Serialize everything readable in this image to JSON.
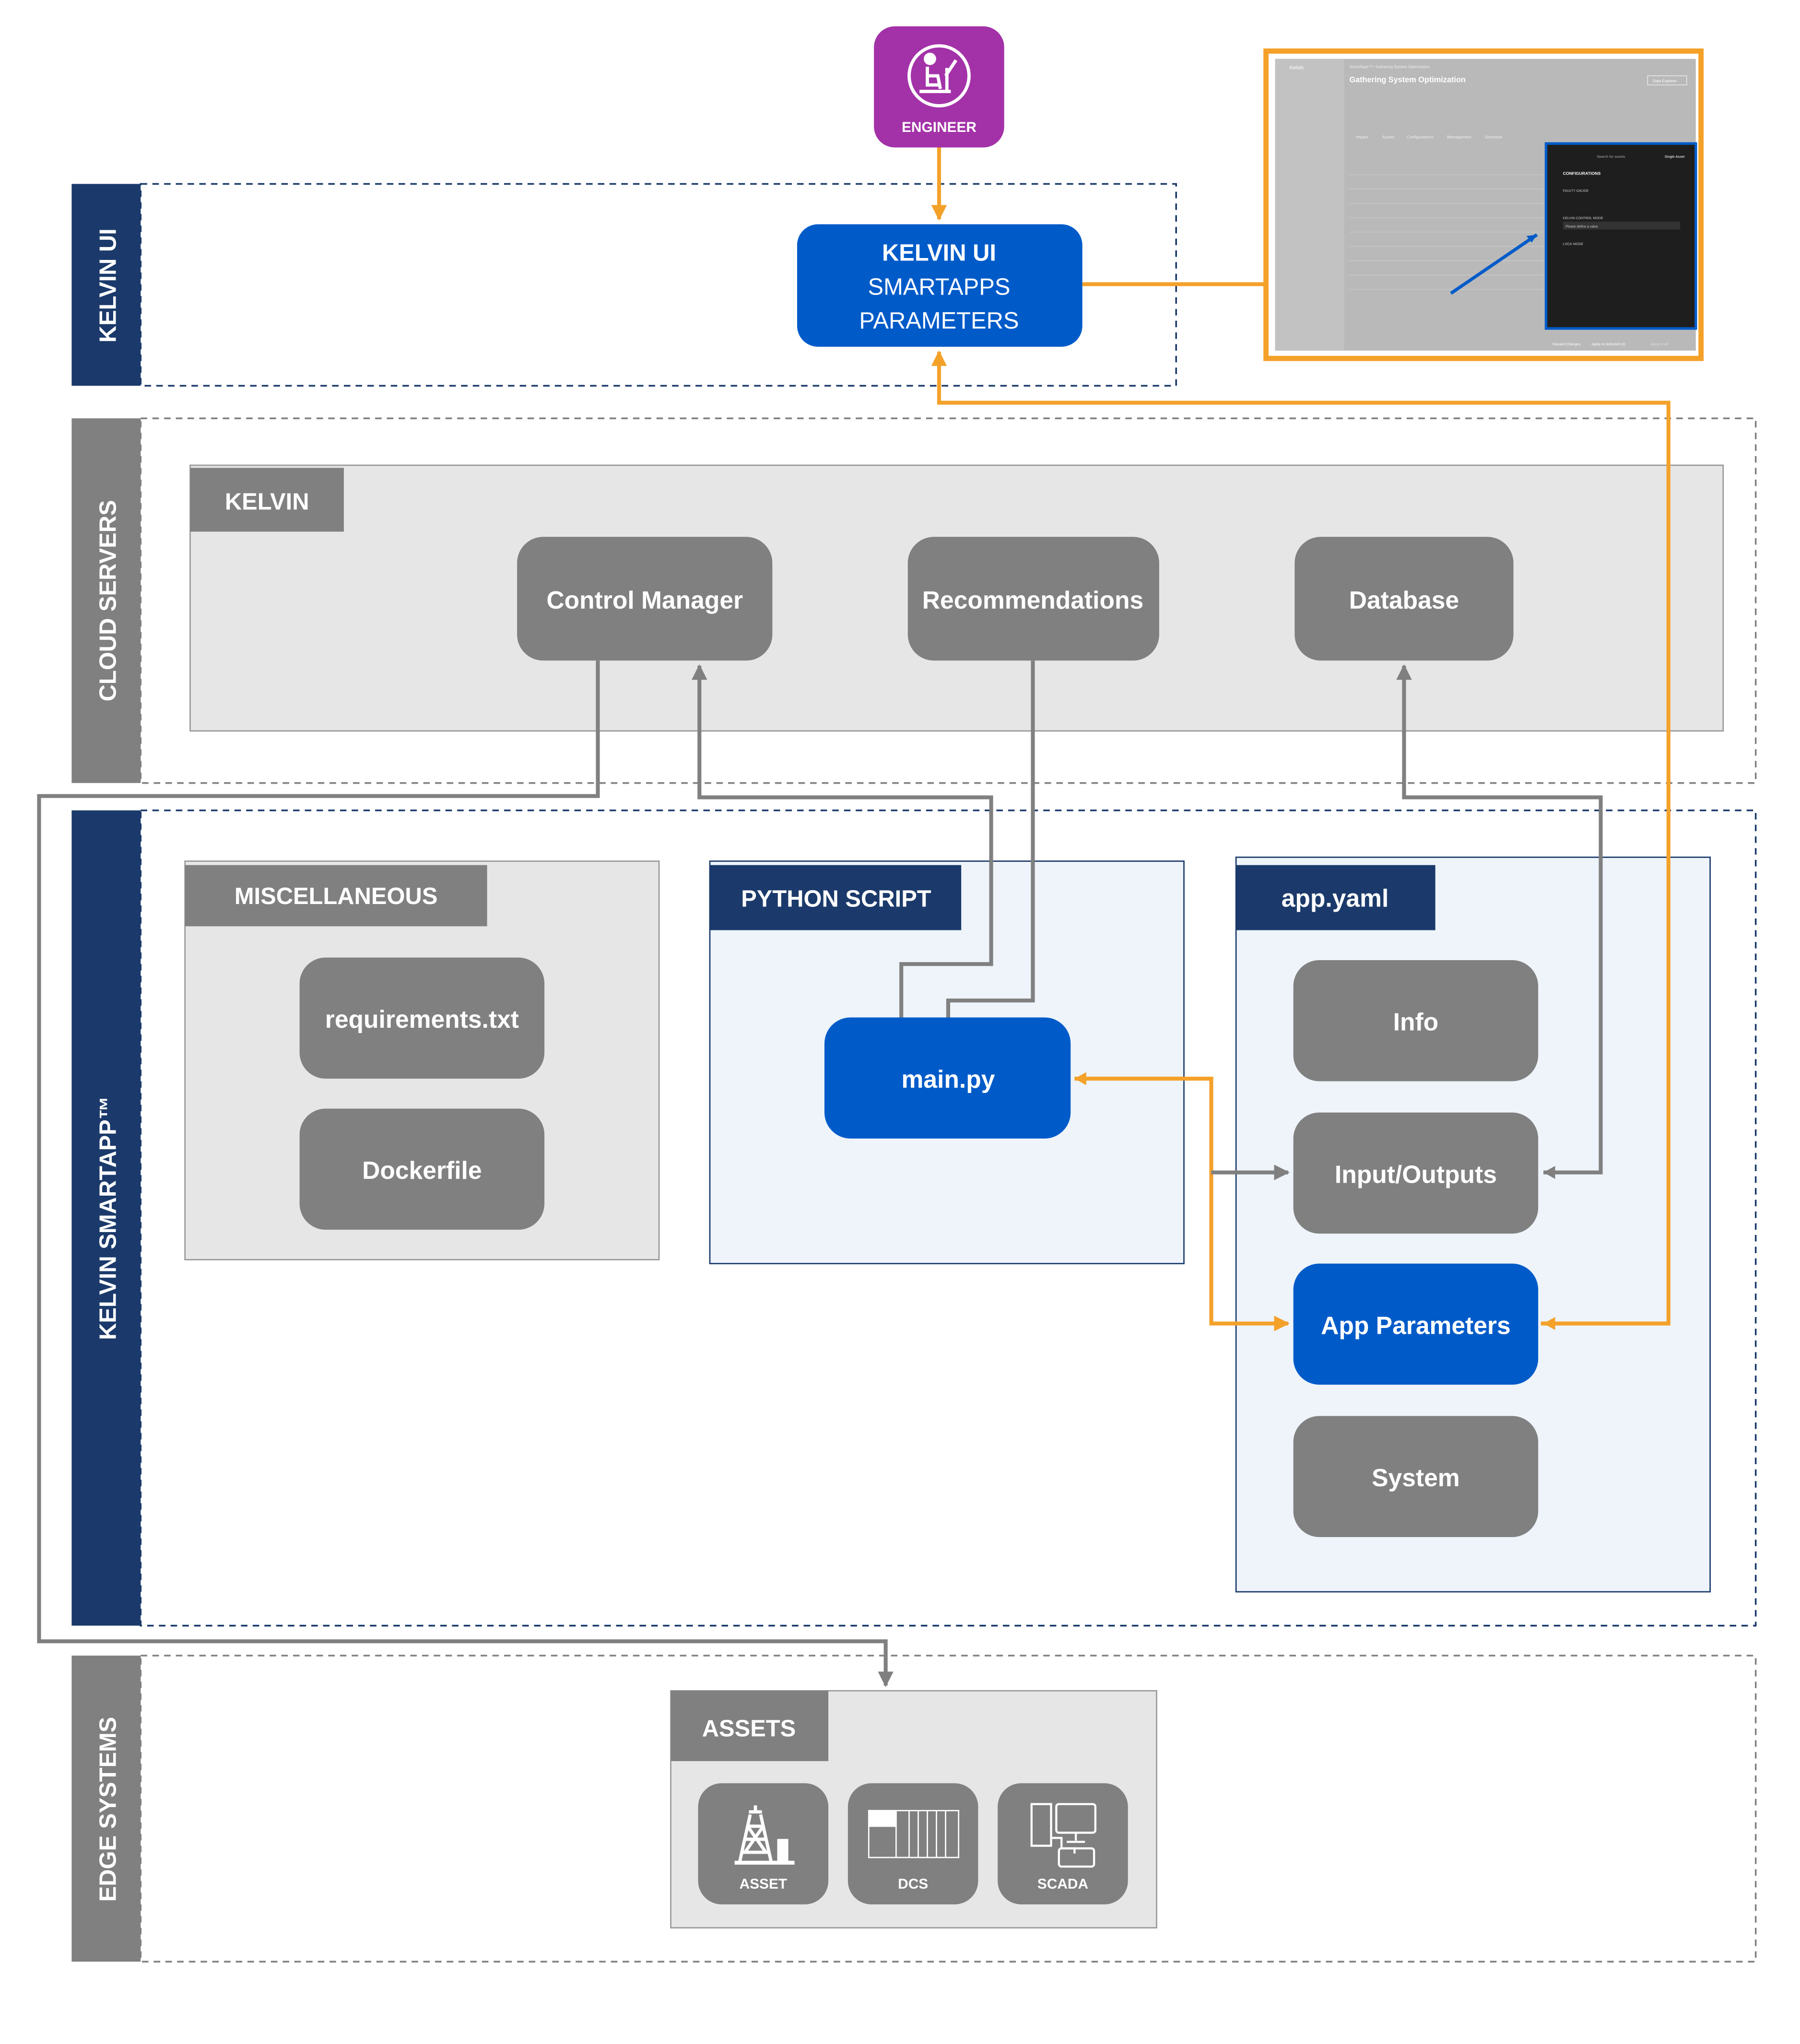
{
  "colors": {
    "navy": "#1B3A6B",
    "gray": "#808080",
    "blue": "#005BC9",
    "purple": "#A332A8",
    "orange": "#F4A12A",
    "light": "#E6E6E6",
    "paleblue": "#EEF4FA"
  },
  "engineer": {
    "label": "ENGINEER",
    "icon": "engineer-icon"
  },
  "bands": {
    "kelvin_ui": "KELVIN UI",
    "cloud": "CLOUD SERVERS",
    "smartapp": "KELVIN SMARTAPP™",
    "edge": "EDGE SYSTEMS"
  },
  "kelvin_ui_box": {
    "line1": "KELVIN UI",
    "line2": "SMARTAPPS",
    "line3": "PARAMETERS"
  },
  "kelvin": {
    "tab": "KELVIN",
    "nodes": [
      "Control Manager",
      "Recommendations",
      "Database"
    ]
  },
  "misc": {
    "tab": "MISCELLANEOUS",
    "nodes": [
      "requirements.txt",
      "Dockerfile"
    ]
  },
  "python": {
    "tab": "PYTHON SCRIPT",
    "node": "main.py"
  },
  "appyaml": {
    "tab": "app.yaml",
    "nodes": [
      "Info",
      "Input/Outputs",
      "App Parameters",
      "System"
    ]
  },
  "assets": {
    "tab": "ASSETS",
    "items": [
      {
        "label": "ASSET",
        "icon": "oil-derrick-icon"
      },
      {
        "label": "DCS",
        "icon": "dcs-rack-icon"
      },
      {
        "label": "SCADA",
        "icon": "computer-icon"
      }
    ]
  },
  "screenshot": {
    "brand": "Kelvin",
    "breadcrumb": "SmartApps™ / Gathering System Optimization",
    "title": "Gathering System Optimization",
    "data_explorer": "Data Explorer",
    "tabs": [
      "Impact",
      "Assets",
      "Configurations",
      "Management",
      "Schedule"
    ],
    "panel_title": "CONFIGURATIONS",
    "fields": [
      "FAULTY GAUGE",
      "KELVIN CONTROL MODE",
      "LOCK MODE"
    ],
    "select_placeholder": "Please define a value",
    "search_placeholder": "Search for assets",
    "single_asset": "Single Asset",
    "discard": "Discard Changes",
    "apply_selected": "Apply to Selected (3)",
    "apply_all": "Apply to All"
  }
}
